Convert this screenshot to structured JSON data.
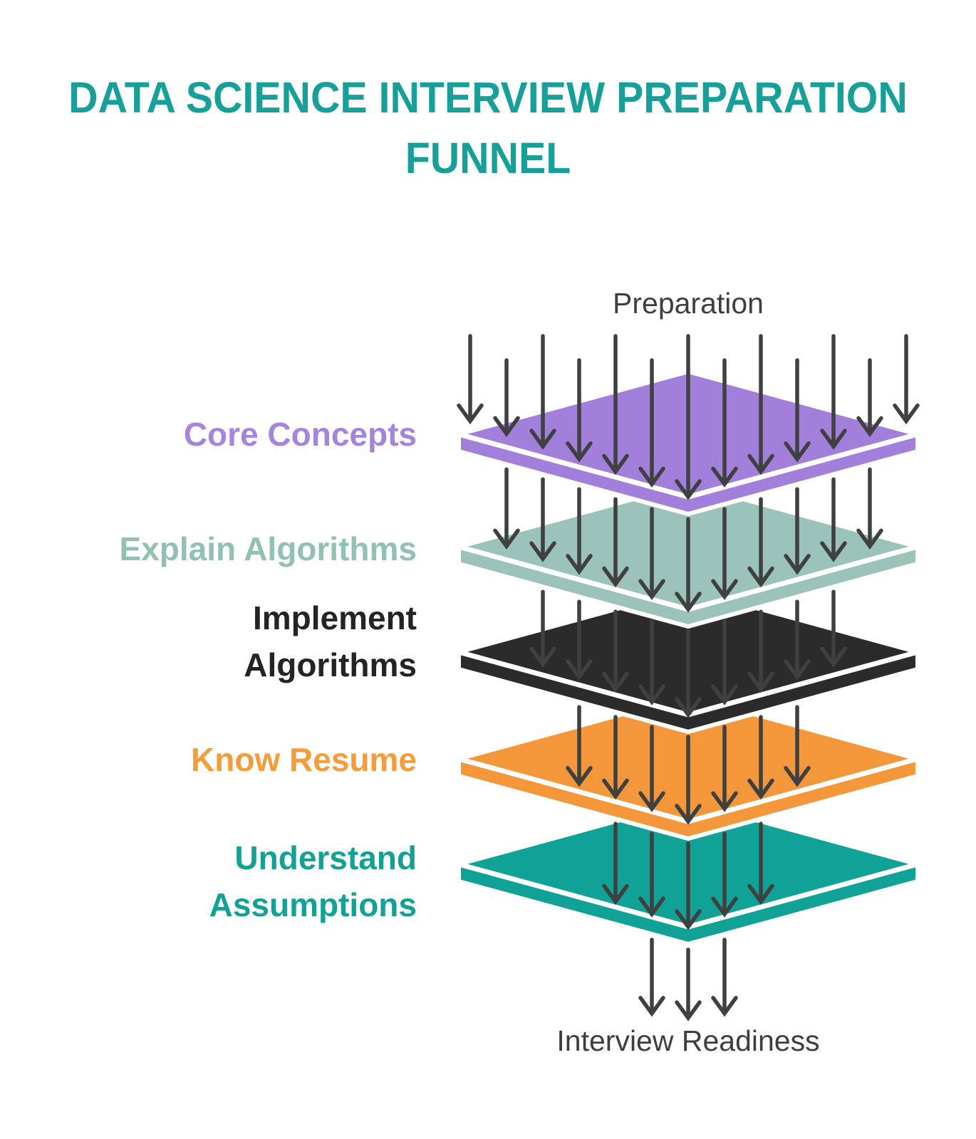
{
  "title": {
    "text": "DATA SCIENCE INTERVIEW PREPARATION\nFUNNEL",
    "color": "#17A09A"
  },
  "funnel": {
    "input_label": "Preparation",
    "output_label": "Interview Readiness",
    "flow_label_color": "#3E3E3E",
    "arrow_color": "#3F4040",
    "background_color": "#FFFFFF",
    "layers": [
      {
        "label": "Core Concepts",
        "color": "#A37FDC",
        "label_color": "#A584DC"
      },
      {
        "label": "Explain Algorithms",
        "color": "#9CC3B9",
        "label_color": "#92C0B5"
      },
      {
        "label": "Implement\nAlgorithms",
        "color": "#2B2B2B",
        "label_color": "#242424"
      },
      {
        "label": "Know Resume",
        "color": "#F4973B",
        "label_color": "#F69C38"
      },
      {
        "label": "Understand\nAssumptions",
        "color": "#10A296",
        "label_color": "#12A195"
      }
    ],
    "arrow_sets": [
      13,
      11,
      9,
      7,
      5,
      3
    ]
  }
}
